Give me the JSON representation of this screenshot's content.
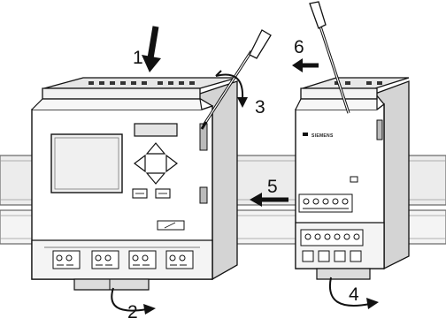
{
  "steps": {
    "s1": "1",
    "s2": "2",
    "s3": "3",
    "s4": "4",
    "s5": "5",
    "s6": "6"
  },
  "expansion_module": {
    "brand_label": "SIEMENS"
  },
  "colors": {
    "ink": "#111111",
    "rail": "#e9e9e9",
    "housing": "#ffffff",
    "shade": "#c8c8c8",
    "dark_shade": "#7a7a7a"
  }
}
